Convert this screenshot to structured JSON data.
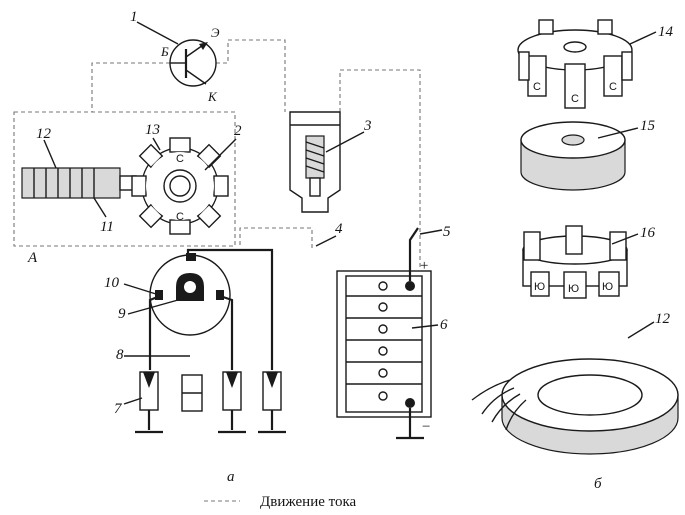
{
  "labels": {
    "n1": "1",
    "n2": "2",
    "n3": "3",
    "n4": "4",
    "n5": "5",
    "n6": "6",
    "n7": "7",
    "n8": "8",
    "n9": "9",
    "n10": "10",
    "n11": "11",
    "n12a": "12",
    "n12b": "12",
    "n13": "13",
    "n14": "14",
    "n15": "15",
    "n16": "16",
    "block_a": "А"
  },
  "transistor": {
    "base": "Б",
    "emitter": "Э",
    "collector": "К"
  },
  "battery": {
    "plus": "+",
    "minus": "−"
  },
  "poles": {
    "top_s1": "С",
    "top_s2": "С",
    "top_s3": "С",
    "rotor_c1": "С",
    "rotor_c2": "С",
    "bottom_yu1": "Ю",
    "bottom_yu2": "Ю",
    "bottom_yu3": "Ю"
  },
  "captions": {
    "part_a": "а",
    "part_b": "б",
    "legend": "Движение тока"
  }
}
